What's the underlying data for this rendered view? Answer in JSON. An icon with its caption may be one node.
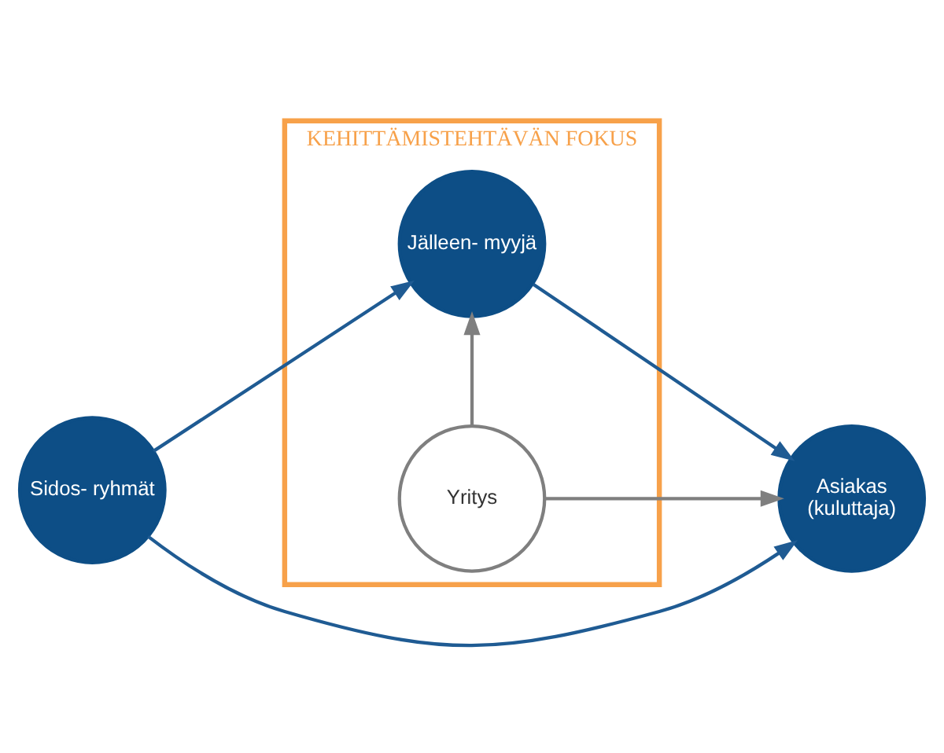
{
  "diagram": {
    "nodes": [
      {
        "text": [
          "KEHITTÄMISTEHTÄVÄN FOKUS"
        ]
      },
      {
        "text": [
          "Jälleen- myyjä"
        ],
        "in": 0
      },
      {
        "text": [
          "Sidos- ryhmät"
        ]
      },
      {
        "text": [
          "Asiakas",
          "(kuluttaja)"
        ]
      },
      {
        "text": [
          "Yritys"
        ],
        "in": 0
      }
    ],
    "edges": [
      {
        "from": 2,
        "to": 1,
        "arrow": "to"
      },
      {
        "from": 1,
        "to": 3,
        "arrow": "to"
      },
      {
        "from": 2,
        "to": 3,
        "arrow": "to"
      },
      {
        "from": 4,
        "to": 1,
        "arrow": "to",
        "color": "#7f7f7f"
      },
      {
        "from": 4,
        "to": 3,
        "arrow": "to",
        "color": "#7f7f7f"
      }
    ]
  }
}
